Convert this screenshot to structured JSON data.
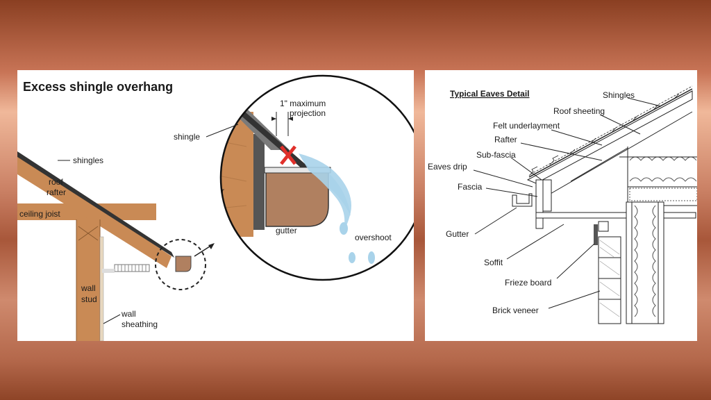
{
  "left": {
    "title": "Excess shingle overhang",
    "labels": {
      "shingles": "shingles",
      "roof_rafter_1": "roof",
      "roof_rafter_2": "rafter",
      "ceiling_joist": "ceiling joist",
      "wall_stud_1": "wall",
      "wall_stud_2": "stud",
      "wall_sheathing_1": "wall",
      "wall_sheathing_2": "sheathing",
      "shingle": "shingle",
      "rafter": "rafter",
      "gutter": "gutter",
      "max_projection_1": "1\" maximum",
      "max_projection_2": "projection",
      "overshoot": "overshoot"
    }
  },
  "right": {
    "title": "Typical Eaves Detail",
    "labels": {
      "shingles": "Shingles",
      "roof_sheeting": "Roof sheeting",
      "felt_underlayment": "Felt  underlayment",
      "rafter": "Rafter",
      "sub_fascia": "Sub-fascia",
      "eaves_drip": "Eaves drip",
      "fascia": "Fascia",
      "gutter": "Gutter",
      "soffit": "Soffit",
      "frieze_board": "Frieze board",
      "brick_veneer": "Brick veneer"
    }
  },
  "colors": {
    "wood": "#c98a55",
    "wood_dark": "#a86a3a",
    "gutter": "#b08060",
    "water": "#a9d3ea",
    "x_mark": "#e0302a"
  }
}
